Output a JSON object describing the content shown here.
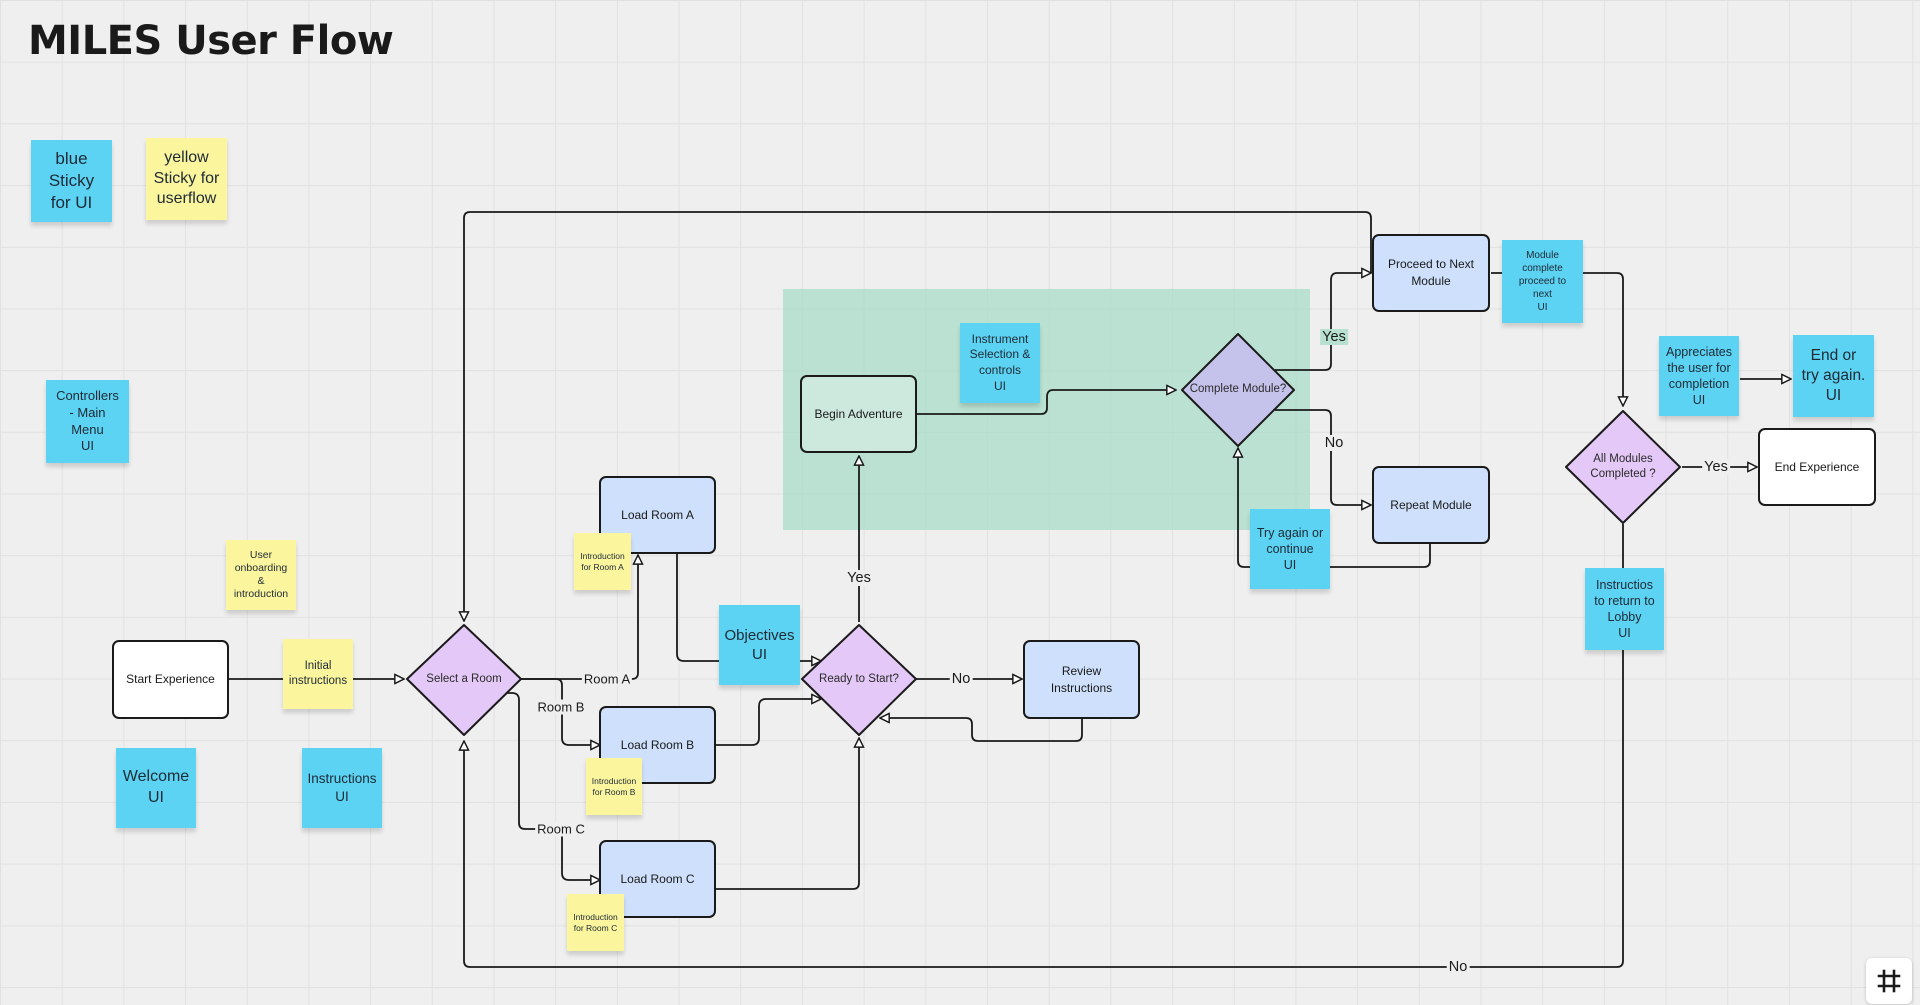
{
  "page": {
    "title": "MILES User Flow"
  },
  "legend": {
    "blue_sticky": "blue\nSticky\nfor UI",
    "yellow_sticky": "yellow\nSticky for\nuserflow"
  },
  "stickies": {
    "controllers_main_menu": "Controllers\n- Main\nMenu\nUI",
    "user_onboarding": "User\nonboarding\n&\nintroduction",
    "initial_instructions": "Initial\ninstructions",
    "welcome_ui": "Welcome\nUI",
    "instructions_ui": "Instructions\nUI",
    "intro_room_a": "Introduction\nfor Room A",
    "intro_room_b": "Introduction\nfor Room B",
    "intro_room_c": "Introduction\nfor Room C",
    "objectives_ui": "Objectives\nUI",
    "instrument_selection": "Instrument\nSelection &\ncontrols\nUI",
    "try_again_continue": "Try again or\ncontinue\nUI",
    "module_complete": "Module\ncomplete\nproceed to\nnext\nUI",
    "appreciates_user": "Appreciates\nthe user for\ncompletion\nUI",
    "end_or_try_again": "End or\ntry again.\nUI",
    "return_to_lobby": "Instructios\nto return to\nLobby\nUI"
  },
  "nodes": {
    "start_experience": "Start Experience",
    "select_room": "Select a\nRoom",
    "load_room_a": "Load Room A",
    "load_room_b": "Load Room B",
    "load_room_c": "Load Room C",
    "ready_to_start": "Ready to\nStart?",
    "review_instructions": "Review\nInstructions",
    "begin_adventure": "Begin Adventure",
    "complete_module": "Complete\nModule?",
    "proceed_next_module": "Proceed to Next\nModule",
    "repeat_module": "Repeat Module",
    "all_modules_completed": "All\nModules\nCompleted\n?",
    "end_experience": "End Experience"
  },
  "edge_labels": {
    "room_a": "Room A",
    "room_b": "Room B",
    "room_c": "Room C",
    "ready_yes": "Yes",
    "ready_no": "No",
    "complete_yes": "Yes",
    "complete_no": "No",
    "all_yes": "Yes",
    "all_no": "No"
  },
  "colors": {
    "blue_sticky": "#5cd3f2",
    "yellow_sticky": "#fbf59e",
    "light_blue_box": "#cee0fb",
    "purple_diamond": "#e4c8f7",
    "lavender_diamond": "#c5c3ec",
    "green_region": "#a8dcc8"
  },
  "icons": {
    "frame": "frame-icon"
  }
}
